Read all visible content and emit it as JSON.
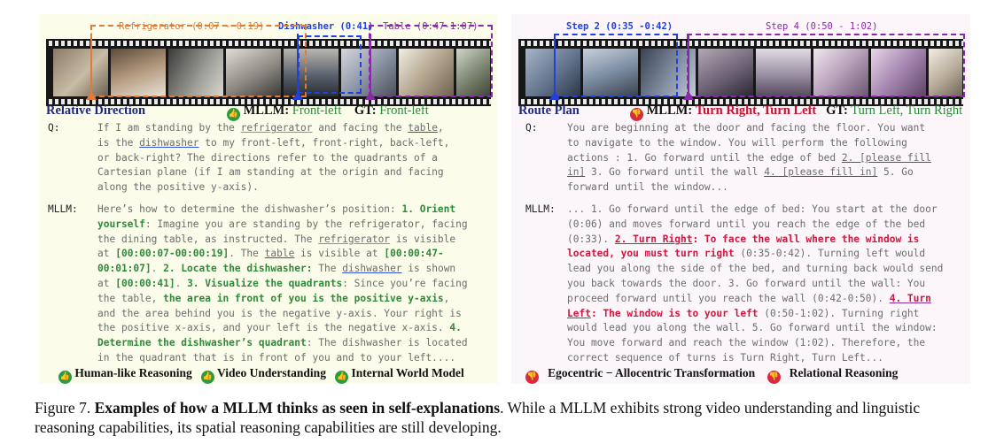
{
  "left": {
    "segments": {
      "fridge": "Refrigerator (0:07 - 0:19)",
      "dish": "Dishwasher (0:41)",
      "table": "Table (0:47-1:07)"
    },
    "title": "Relative Direction",
    "mllm_label": "MLLM:",
    "mllm_answer": "Front-left",
    "gt_label": "GT:",
    "gt_answer": "Front-left",
    "q_tag": "Q:",
    "q": {
      "l1a": "If I am standing by the ",
      "l1b": "refrigerator",
      "l1c": " and facing the ",
      "l1d": "table",
      "l1e": ",",
      "l2a": "is the ",
      "l2b": "dishwasher",
      "l2c": " to my front-left, front-right, back-left,",
      "l3": "or back-right? The directions refer to the quadrants of a",
      "l4": "Cartesian plane (if I am standing at the origin and facing",
      "l5": "along the positive y-axis)."
    },
    "a_tag": "MLLM:",
    "a": {
      "l1a": "Here’s how to determine the dishwasher’s position: ",
      "l1b": "1. Orient",
      "l2a": "yourself",
      "l2b": ": Imagine you are standing by the refrigerator, facing",
      "l3": "the dining table, as instructed. The ",
      "l3b": "refrigerator",
      "l3c": " is visible",
      "l4a": "at ",
      "l4b": "[00:00:07-00:00:19]",
      "l4c": ". The ",
      "l4d": "table",
      "l4e": " is visible at ",
      "l4f": "[00:00:47-",
      "l5a": "00:01:07]",
      "l5b": ". ",
      "l5c": "2. Locate the dishwasher:",
      "l5d": " The ",
      "l5e": "dishwasher",
      "l5f": " is shown",
      "l6a": "at ",
      "l6b": "[00:00:41]",
      "l6c": ". ",
      "l6d": "3. Visualize the quadrants",
      "l6e": ": Since you’re facing",
      "l7a": "the table, ",
      "l7b": "the area in front of you is the positive y-axis",
      "l7c": ",",
      "l8": "and the area behind you is the negative y-axis. Your right is",
      "l9a": "the positive x-axis, and your left is the negative x-axis. ",
      "l9b": "4.",
      "l10a": "Determine the dishwasher’s quadrant",
      "l10b": ": The dishwasher is located",
      "l11": "in the quadrant that is in front of you and to your left...."
    },
    "footer": [
      "Human-like Reasoning",
      "Video Understanding",
      "Internal World Model"
    ]
  },
  "right": {
    "segments": {
      "step2": "Step 2 (0:35 -0:42)",
      "step4": "Step 4 (0:50 - 1:02)"
    },
    "title": "Route Plan",
    "mllm_label": "MLLM:",
    "mllm_answer": "Turn Right, Turn Left",
    "gt_label": "GT:",
    "gt_answer": "Turn Left, Turn Right",
    "q_tag": "Q:",
    "q": {
      "l1": "You are beginning at the door and facing the floor. You want",
      "l2": "to navigate to the window. You will perform the following",
      "l3a": "actions : 1. Go forward until the edge of bed ",
      "l3b": "2. [please fill",
      "l4a": "in]",
      "l4b": " 3. Go forward until the wall ",
      "l4c": "4. [please fill in]",
      "l4d": " 5. Go",
      "l5": "forward until the window..."
    },
    "a_tag": "MLLM:",
    "a": {
      "l1": "... 1. Go forward until the edge of bed: You start at the door",
      "l2": "(0:06) and moves forward until you reach the edge of the bed",
      "l3a": "(0:33). ",
      "l3b": "2. Turn Right",
      "l3c": ": To face the wall where the window is",
      "l4a": "located, you must turn right",
      "l4b": " (0:35-0:42). Turning left would",
      "l5": "lead you along the side of the bed, and turning back would send",
      "l6": "you back towards the door. 3. Go forward until the wall: You",
      "l7a": "proceed forward until you reach the wall (0:42-0:50). ",
      "l7b": "4. Turn",
      "l8a": "Left",
      "l8b": ": The window is to your left",
      "l8c": " (0:50-1:02). Turning right",
      "l9": "would lead you along the wall. 5. Go forward until the window:",
      "l10": "You move forward and reach the window (1:02). Therefore, the",
      "l11": "correct sequence of turns is Turn Right, Turn Left..."
    },
    "footer": [
      "Egocentric − Allocentric Transformation",
      "Relational Reasoning"
    ]
  },
  "caption": {
    "prefix": "Figure 7.",
    "bold": "Examples of how a MLLM thinks as seen in self-explanations",
    "rest": ". While a MLLM exhibits strong video understanding and linguistic reasoning capabilities, its spatial reasoning capabilities are still developing."
  },
  "colors": {
    "orange": "#e07b3a",
    "blue": "#2040e0",
    "purple": "#8a2aa8",
    "green": "#2e9a3e",
    "red": "#d92a3f",
    "navy": "#1f2a7a"
  },
  "icons": {
    "positive": "thumbs-up-icon",
    "negative": "thumbs-down-icon"
  }
}
